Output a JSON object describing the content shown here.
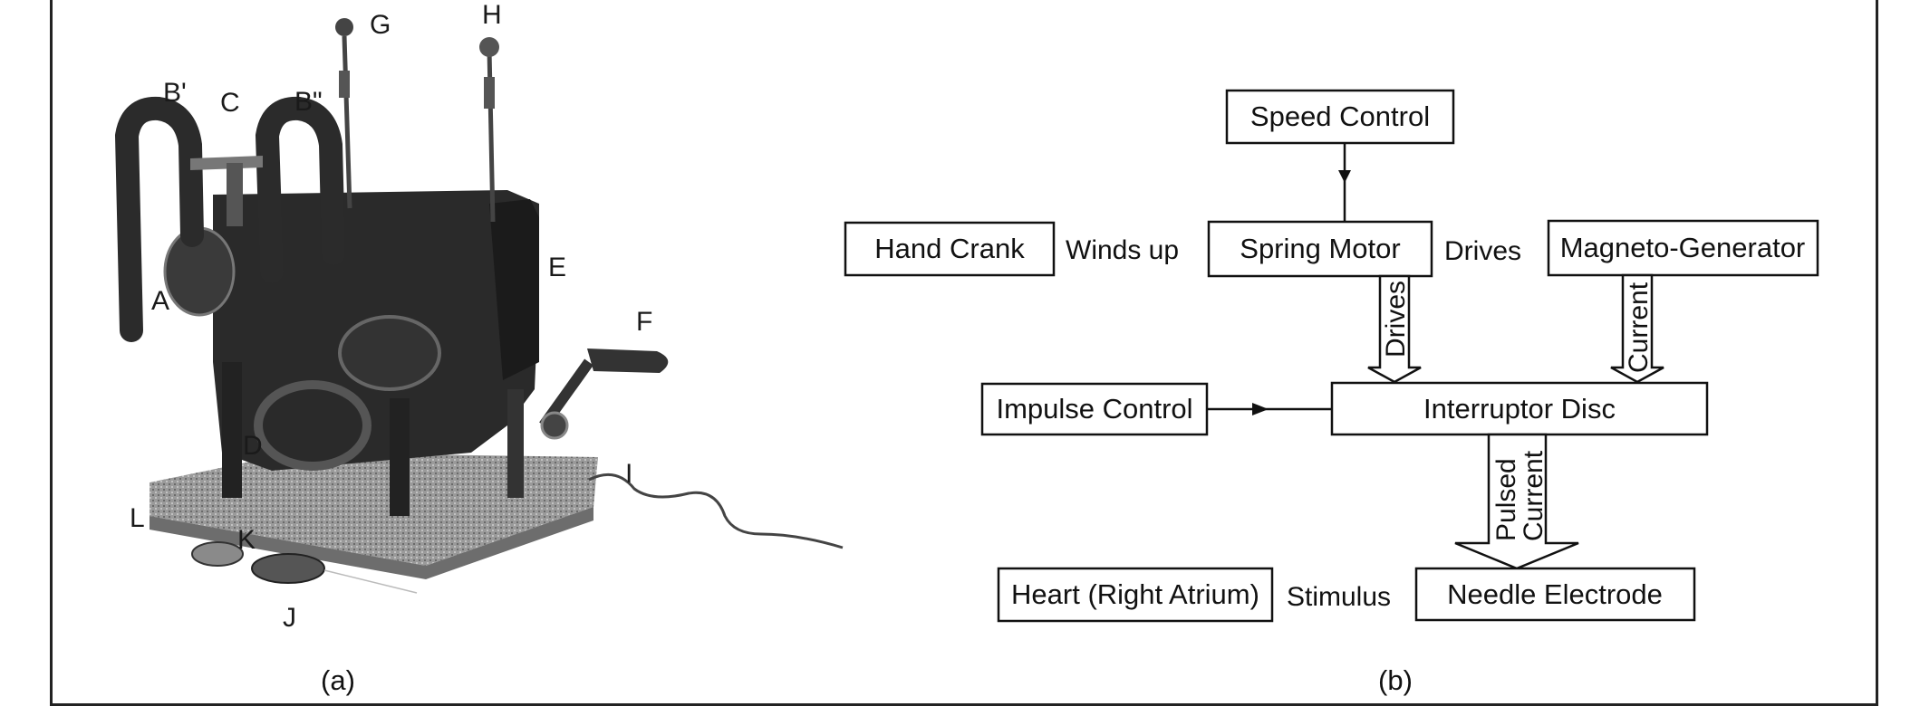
{
  "panel_a": {
    "caption": "(a)",
    "labels": {
      "G": "G",
      "H": "H",
      "B1": "B'",
      "C": "C",
      "B2": "B\"",
      "A": "A",
      "E": "E",
      "F": "F",
      "D": "D",
      "I": "I",
      "L": "L",
      "K": "K",
      "J": "J"
    }
  },
  "panel_b": {
    "caption": "(b)",
    "boxes": {
      "speed_control": "Speed Control",
      "hand_crank": "Hand Crank",
      "spring_motor": "Spring Motor",
      "magneto_generator": "Magneto-Generator",
      "impulse_control": "Impulse Control",
      "interruptor_disc": "Interruptor Disc",
      "heart": "Heart (Right Atrium)",
      "needle_electrode": "Needle Electrode"
    },
    "connectors": {
      "winds_up": "Winds up",
      "drives_h": "Drives",
      "drives_v": "Drives",
      "current": "Current",
      "pulsed": "Pulsed",
      "pulsed_current": "Current",
      "stimulus": "Stimulus"
    }
  }
}
